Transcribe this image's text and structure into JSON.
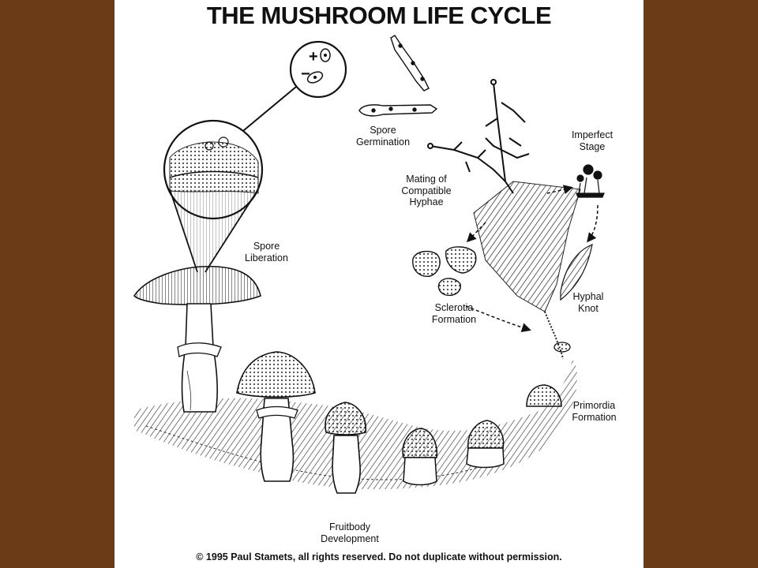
{
  "title": "THE MUSHROOM LIFE CYCLE",
  "colors": {
    "background": "#6b3a17",
    "panel": "#ffffff",
    "ink": "#111111"
  },
  "mating_signs": {
    "plus": "+",
    "minus": "−"
  },
  "stages": {
    "spore_germination": "Spore\nGermination",
    "mating": "Mating of\nCompatible\nHyphae",
    "imperfect": "Imperfect\nStage",
    "spore_liberation": "Spore\nLiberation",
    "sclerotia": "Sclerotia\nFormation",
    "hyphal_knot": "Hyphal\nKnot",
    "primordia": "Primordia\nFormation",
    "fruitbody": "Fruitbody\nDevelopment"
  },
  "copyright": "© 1995 Paul Stamets, all rights reserved. Do not duplicate without permission."
}
